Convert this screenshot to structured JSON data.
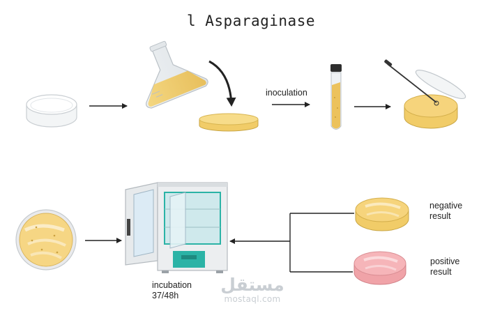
{
  "title": "l Asparaginase",
  "labels": {
    "inoculation": "inoculation",
    "incubation_line1": "incubation",
    "incubation_line2": "37/48h",
    "negative_line1": "negative",
    "negative_line2": "result",
    "positive_line1": "positive",
    "positive_line2": "result"
  },
  "watermark": {
    "arabic": "مستقل",
    "latin": "mostaql.com"
  },
  "colors": {
    "medium_yellow": "#f1cc68",
    "medium_pink": "#f0a3a8",
    "incubator_teal": "#2bb3a6",
    "arrow": "#222222"
  }
}
